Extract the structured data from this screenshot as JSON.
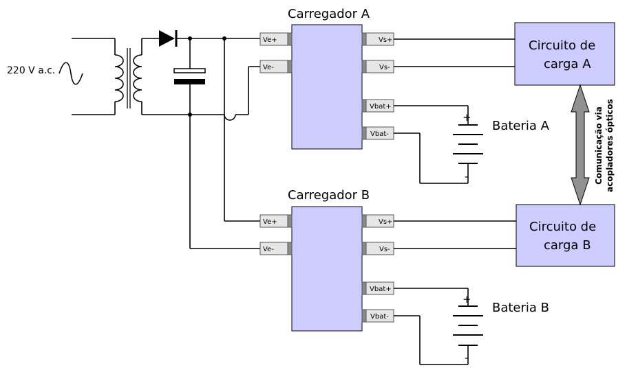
{
  "source": {
    "label": "220 V a.c."
  },
  "chargers": [
    {
      "name": "Carregador A",
      "pins": {
        "ve_pos": "Ve+",
        "ve_neg": "Ve-",
        "vs_pos": "Vs+",
        "vs_neg": "Vs-",
        "vbat_pos": "Vbat+",
        "vbat_neg": "Vbat-"
      },
      "load": {
        "line1": "Circuito de",
        "line2": "carga A"
      },
      "battery": {
        "name": "Bateria A",
        "plus": "+",
        "minus": "-"
      }
    },
    {
      "name": "Carregador B",
      "pins": {
        "ve_pos": "Ve+",
        "ve_neg": "Ve-",
        "vs_pos": "Vs+",
        "vs_neg": "Vs-",
        "vbat_pos": "Vbat+",
        "vbat_neg": "Vbat-"
      },
      "load": {
        "line1": "Circuito de",
        "line2": "carga B"
      },
      "battery": {
        "name": "Bateria B",
        "plus": "+",
        "minus": "-"
      }
    }
  ],
  "link": {
    "line1": "Comunicação via",
    "line2": "acopladores ópticos"
  },
  "colors": {
    "block_fill": "#ccccff",
    "pin_fill": "#e6e6e6",
    "pin_dark": "#8a8a8a",
    "arrow_fill": "#909090",
    "wire": "#000000"
  }
}
